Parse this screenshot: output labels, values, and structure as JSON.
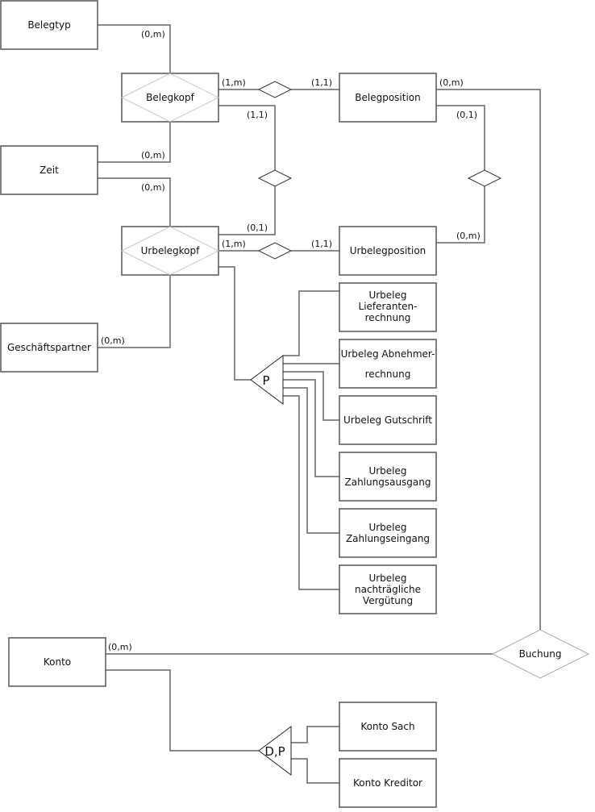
{
  "diagram": {
    "type": "ER diagram",
    "entities": {
      "belegtyp": "Belegtyp",
      "belegkopf": "Belegkopf",
      "belegposition": "Belegposition",
      "zeit": "Zeit",
      "urbelegkopf": "Urbelegkopf",
      "urbelegposition": "Urbelegposition",
      "geschaeftspartner": "Geschäftspartner",
      "lieferantenrechnung": [
        "Urbeleg",
        "Lieferanten-",
        "rechnung"
      ],
      "abnehmerrechnung": [
        "Urbeleg Abnehmer-",
        "rechnung"
      ],
      "gutschrift": [
        "Urbeleg Gutschrift"
      ],
      "zahlungsausgang": [
        "Urbeleg",
        "Zahlungsausgang"
      ],
      "zahlungseingang": [
        "Urbeleg",
        "Zahlungseingang"
      ],
      "verguetung": [
        "Urbeleg",
        "nachträgliche",
        "Vergütung"
      ],
      "konto": "Konto",
      "konto_sach": "Konto Sach",
      "konto_kreditor": "Konto Kreditor"
    },
    "relationships": {
      "buchung": "Buchung"
    },
    "generalizations": {
      "urbeleg": "P",
      "konto": "D,P"
    },
    "cardinalities": {
      "belegtyp_belegkopf": "(0,m)",
      "belegkopf_zeit": "(0,m)",
      "zeit_urbelegkopf": "(0,m)",
      "belegkopf_pos": "(1,m)",
      "belegpos_kopf": "(1,1)",
      "belegkopf_urbelegkopf": "(1,1)",
      "urbelegkopf_belegkopf": "(0,1)",
      "belegpos_buchung": "(0,m)",
      "belegpos_urbelegpos": "(0,1)",
      "urbelegpos_belegpos": "(0,m)",
      "urbelegkopf_pos": "(1,m)",
      "urbelegpos_kopf": "(1,1)",
      "geschaeftspartner_urbelegkopf": "(0,m)",
      "konto_buchung": "(0,m)"
    }
  }
}
